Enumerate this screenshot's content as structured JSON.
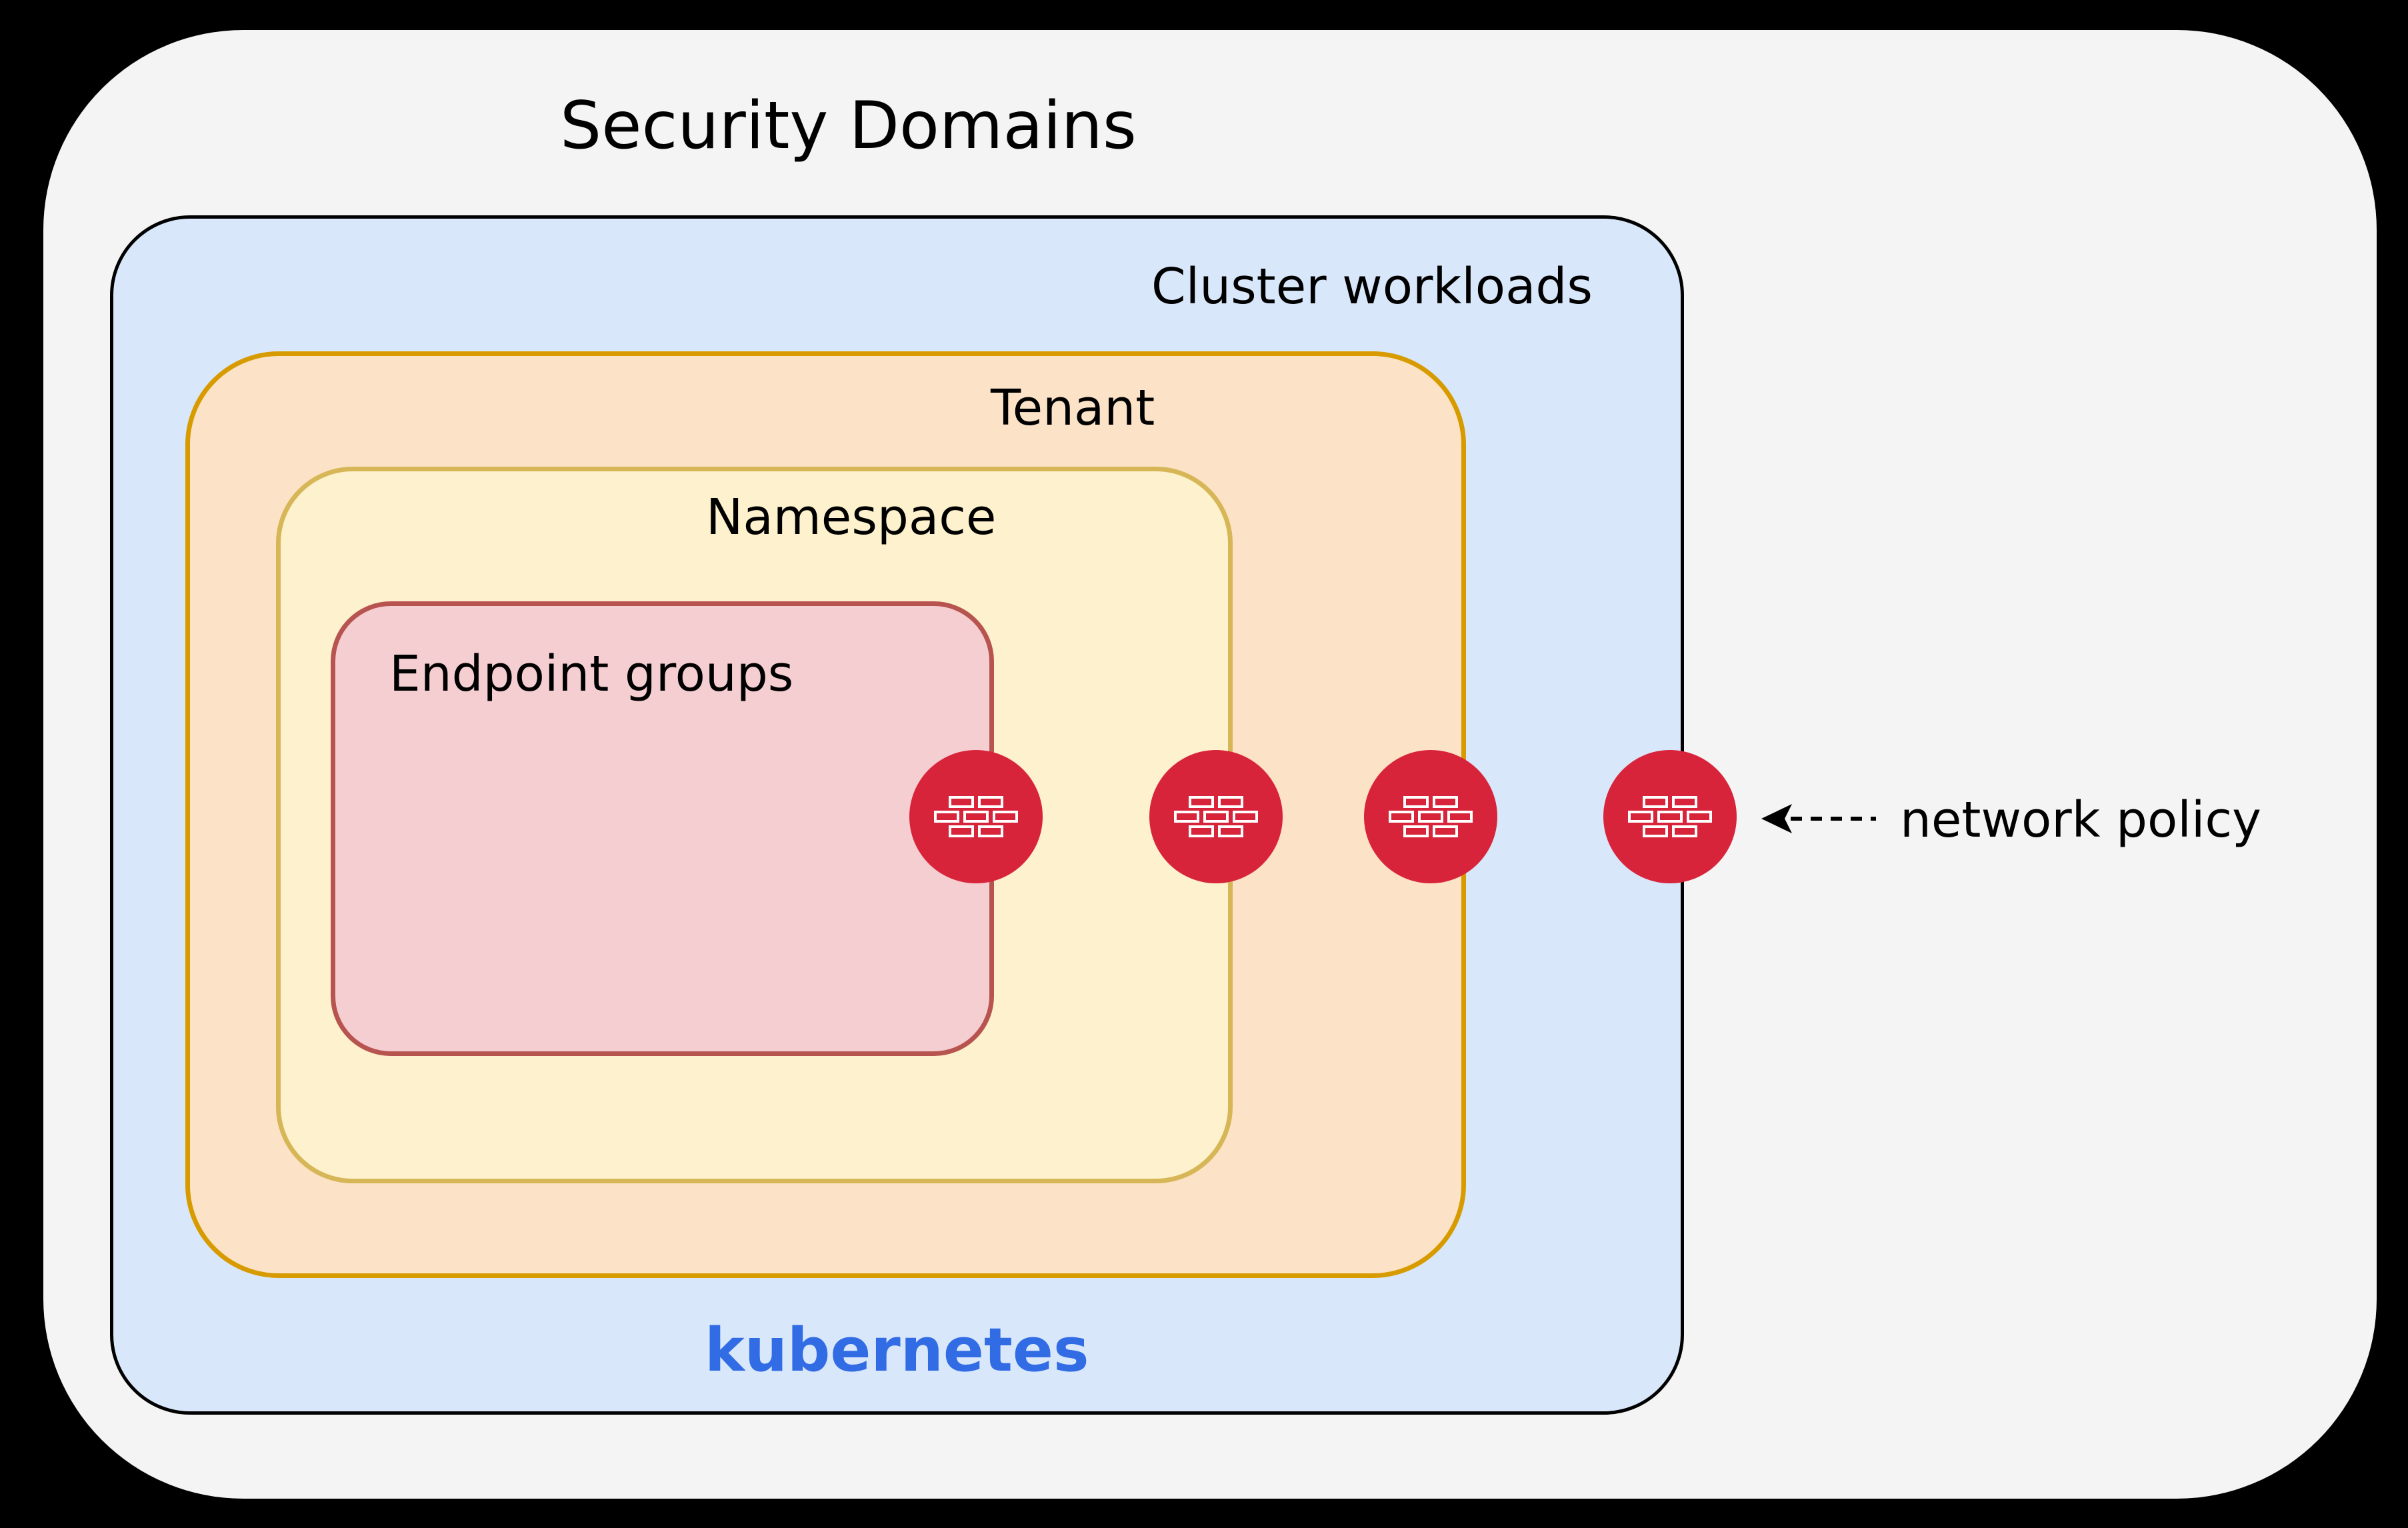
{
  "title": "Security Domains",
  "boxes": {
    "cluster": {
      "label": "Cluster workloads",
      "fill": "#d9e7fa",
      "border": "#000000"
    },
    "tenant": {
      "label": "Tenant",
      "fill": "#fce3c7",
      "border": "#d79b00"
    },
    "namespace": {
      "label": "Namespace",
      "fill": "#fdf2cd",
      "border": "#d6b656"
    },
    "endpoint_groups": {
      "label": "Endpoint groups",
      "fill": "#f5ced2",
      "border": "#b85450"
    }
  },
  "kubernetes": {
    "label": "kubernetes",
    "color": "#326ce5"
  },
  "annotation": {
    "label": "network policy"
  },
  "firewall": {
    "color": "#d8243a",
    "brick_color": "#ffffff",
    "brick_rows": [
      2,
      3,
      2
    ],
    "count": 4
  },
  "canvas": {
    "outer_fill": "#f4f4f4",
    "page_bg": "#000000"
  }
}
